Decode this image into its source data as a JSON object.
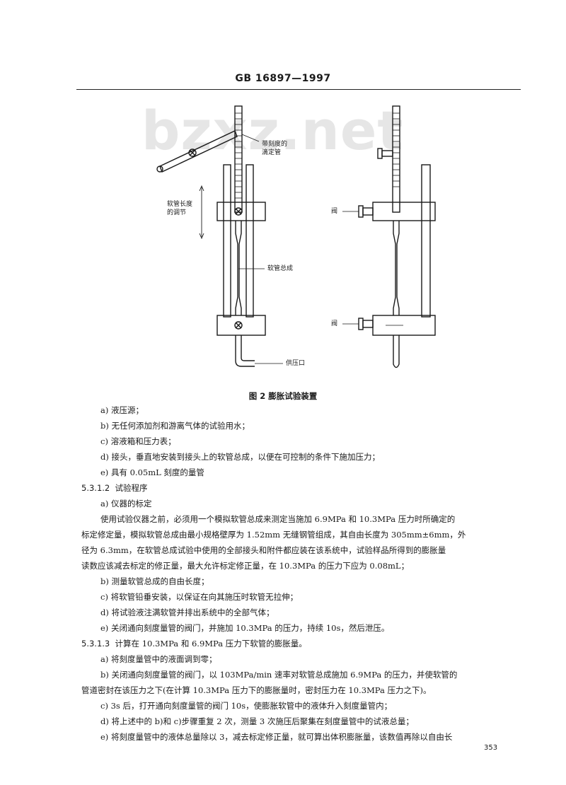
{
  "header": {
    "standard_no": "GB 16897—1997"
  },
  "watermark": "bzxz.net",
  "figure": {
    "labels": {
      "graduated_tube": [
        "带刻度的",
        "滴定管"
      ],
      "length_adjust": [
        "软管长度",
        "的调节"
      ],
      "hose_assembly": "软管总成",
      "supply": "供压口",
      "valve_top": "阀",
      "valve_bottom": "阀"
    },
    "caption": "图 2   膨胀试验装置"
  },
  "body": {
    "list1": [
      "a) 液压源；",
      "b) 无任何添加剂和游离气体的试验用水；",
      "c) 溶液箱和压力表；",
      "d) 接头，垂直地安装到接头上的软管总成，以便在可控制的条件下施加压力；",
      "e) 具有 0.05mL 刻度的量管"
    ],
    "sec_5312": {
      "num": "5.3.1.2",
      "title": "试验程序"
    },
    "sub_a": "a) 仪器的标定",
    "para1": [
      "使用试验仪器之前，必须用一个模拟软管总成来测定当施加 6.9MPa 和 10.3MPa 压力时所确定的",
      "标定修定量，模拟软管总成由最小规格壁厚为 1.52mm 无缝钢管组成，其自由长度为 305mm±6mm，外",
      "径为 6.3mm，在软管总成试验中使用的全部接头和附件都应装在该系统中，试验样品所得到的膨胀量",
      "读数应该减去标定的修正量，最大允许标定修正量，在 10.3MPa 的压力下应为 0.08mL；"
    ],
    "list2": [
      "b) 测量软管总成的自由长度；",
      "c) 将软管铅垂安装，以保证在向其施压时软管无拉伸；",
      "d) 将试验液注满软管并排出系统中的全部气体；",
      "e) 关闭通向刻度量管的阀门，并施加 10.3MPa 的压力，持续 10s，然后泄压。"
    ],
    "sec_5313": {
      "num": "5.3.1.3",
      "title": "计算在 10.3MPa 和 6.9MPa 压力下软管的膨胀量。"
    },
    "list3": [
      "a) 将刻度量管中的液面调到零；",
      "b) 关闭通向刻度量管的阀门，以 103MPa/min 速率对软管总成施加 6.9MPa 的压力，并使软管的",
      "管道密封在该压力之下(在计算 10.3MPa 压力下的膨胀量时，密封压力在 10.3MPa 压力之下)。",
      "c) 3s 后，打开通向刻度量管的阀门 10s，使膨胀软管中的液体升入刻度量管内；",
      "d) 将上述中的 b)和 c)步骤重复 2 次，测量 3 次施压后聚集在刻度量管中的试液总量；",
      "e) 将刻度量管中的液体总量除以 3，减去标定修正量，就可算出体积膨胀量，该数值再除以自由长"
    ]
  },
  "page_number": "353"
}
